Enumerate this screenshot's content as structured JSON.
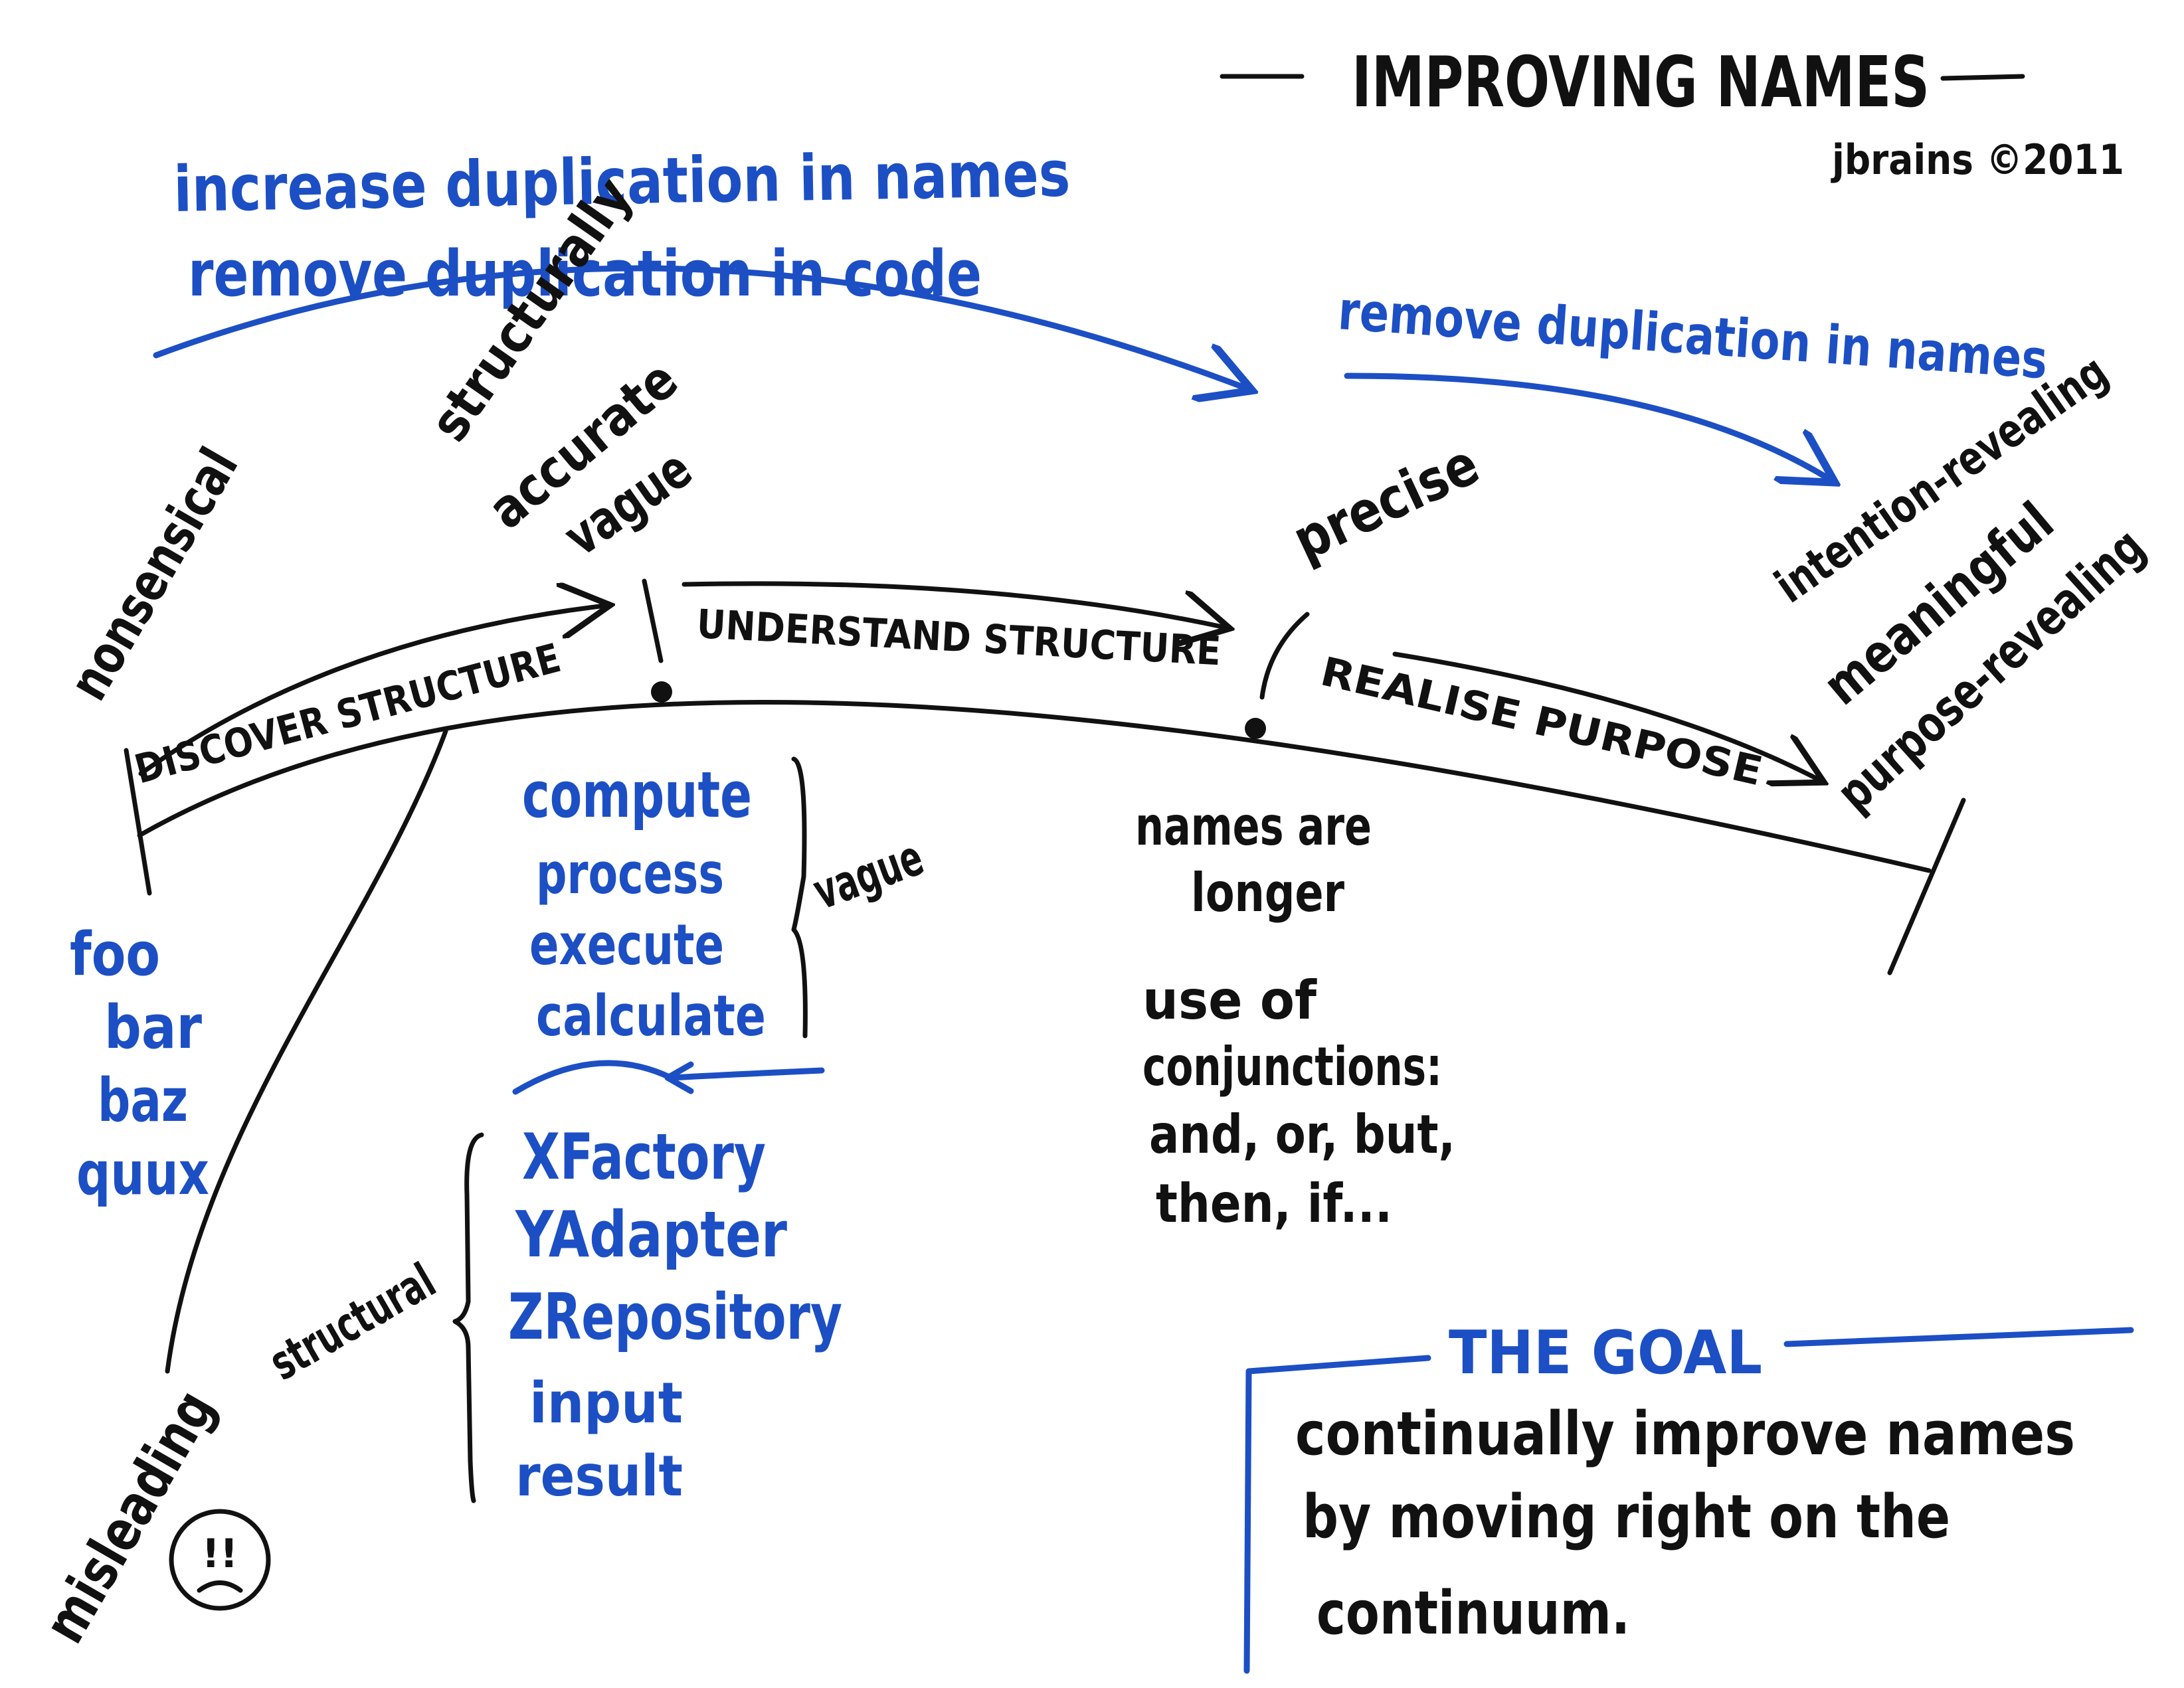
{
  "title": "IMPROVING NAMES",
  "author": "jbrains ©2011",
  "colors": {
    "ink": "#111111",
    "blue": "#1c4fc4",
    "paper": "#ffffff"
  },
  "top_arrow": {
    "line1": "increase duplication in names",
    "line2": "remove duplication in code"
  },
  "right_arrow": {
    "label": "remove duplication in names"
  },
  "stages": [
    "DISCOVER STRUCTURE",
    "UNDERSTAND STRUCTURE",
    "REALISE PURPOSE"
  ],
  "above_labels": {
    "nonsensical": "nonsensical",
    "structural_group": [
      "structurally",
      "accurate",
      "vague"
    ],
    "precise": "precise",
    "right_group": [
      "intention-revealing",
      "meaningful",
      "purpose-revealing"
    ]
  },
  "misleading": {
    "label": "misleading",
    "face": "!!"
  },
  "nonsense_examples": [
    "foo",
    "bar",
    "baz",
    "quux"
  ],
  "vague_examples": {
    "items": [
      "compute",
      "process",
      "execute",
      "calculate"
    ],
    "label": "vague"
  },
  "structural_examples": {
    "items": [
      "XFactory",
      "YAdapter",
      "ZRepository",
      "input",
      "result"
    ],
    "label": "structural"
  },
  "precise_notes": {
    "line1": "names are",
    "line2": "longer",
    "conjunctions": [
      "use of",
      "conjunctions:",
      "and, or, but,",
      "then, if..."
    ]
  },
  "goal": {
    "heading": "THE GOAL",
    "lines": [
      "continually improve names",
      "by moving right on the",
      "continuum."
    ]
  }
}
